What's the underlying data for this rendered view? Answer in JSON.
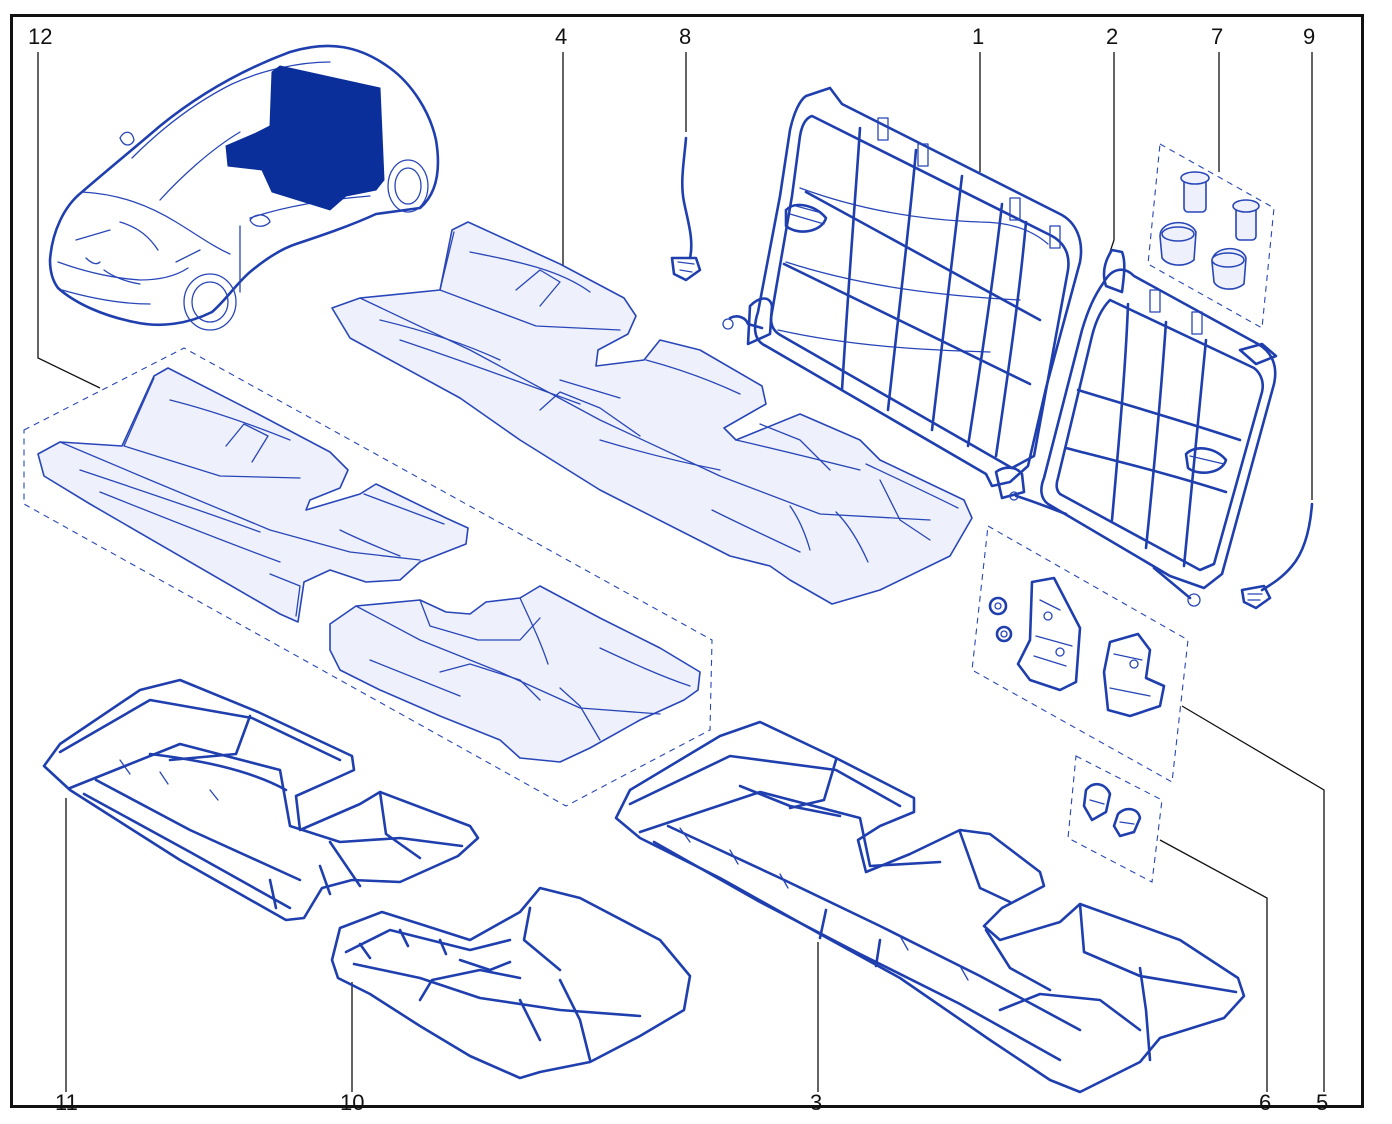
{
  "callouts": {
    "n1": "1",
    "n2": "2",
    "n3": "3",
    "n4": "4",
    "n5": "5",
    "n6": "6",
    "n7": "7",
    "n8": "8",
    "n9": "9",
    "n10": "10",
    "n11": "11",
    "n12": "12"
  },
  "colors": {
    "line": "#1f3fae",
    "highlight": "#0a2f9a",
    "frame": "#111111"
  }
}
